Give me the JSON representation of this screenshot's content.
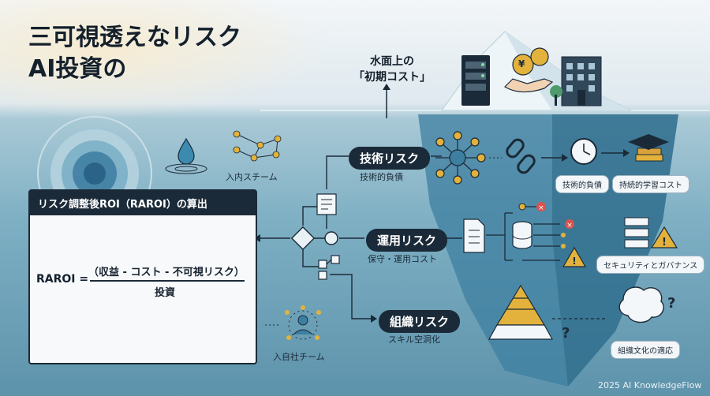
{
  "title": {
    "line1": "三可視透えなリスク",
    "line2": "AI投資の"
  },
  "surface": {
    "line1": "水面上の",
    "line2": "「初期コスト」"
  },
  "left_labels": {
    "water": "入内スチーム",
    "team": "入自社チーム"
  },
  "panel": {
    "title": "リスク調整後ROI（RAROI）の算出",
    "formula_lhs": "RAROI =",
    "numerator": "（収益 - コスト - 不可視リスク）",
    "denominator": "投資"
  },
  "risks": [
    {
      "name": "技術リスク",
      "sub": "技術的負債"
    },
    {
      "name": "運用リスク",
      "sub": "保守・運用コスト"
    },
    {
      "name": "組織リスク",
      "sub": "スキル空洞化"
    }
  ],
  "chips": {
    "tech_debt": "技術的負債",
    "learning": "持続的学習コスト",
    "security": "セキュリティとガバナンス",
    "culture": "組織文化の適応"
  },
  "footer": "2025 AI KnowledgeFlow",
  "colors": {
    "dark": "#1b2a38",
    "iceberg": "#3d7fa0",
    "accent": "#e3b23c",
    "alert": "#d9534f"
  },
  "icons": {
    "yen": "¥",
    "question": "?"
  }
}
